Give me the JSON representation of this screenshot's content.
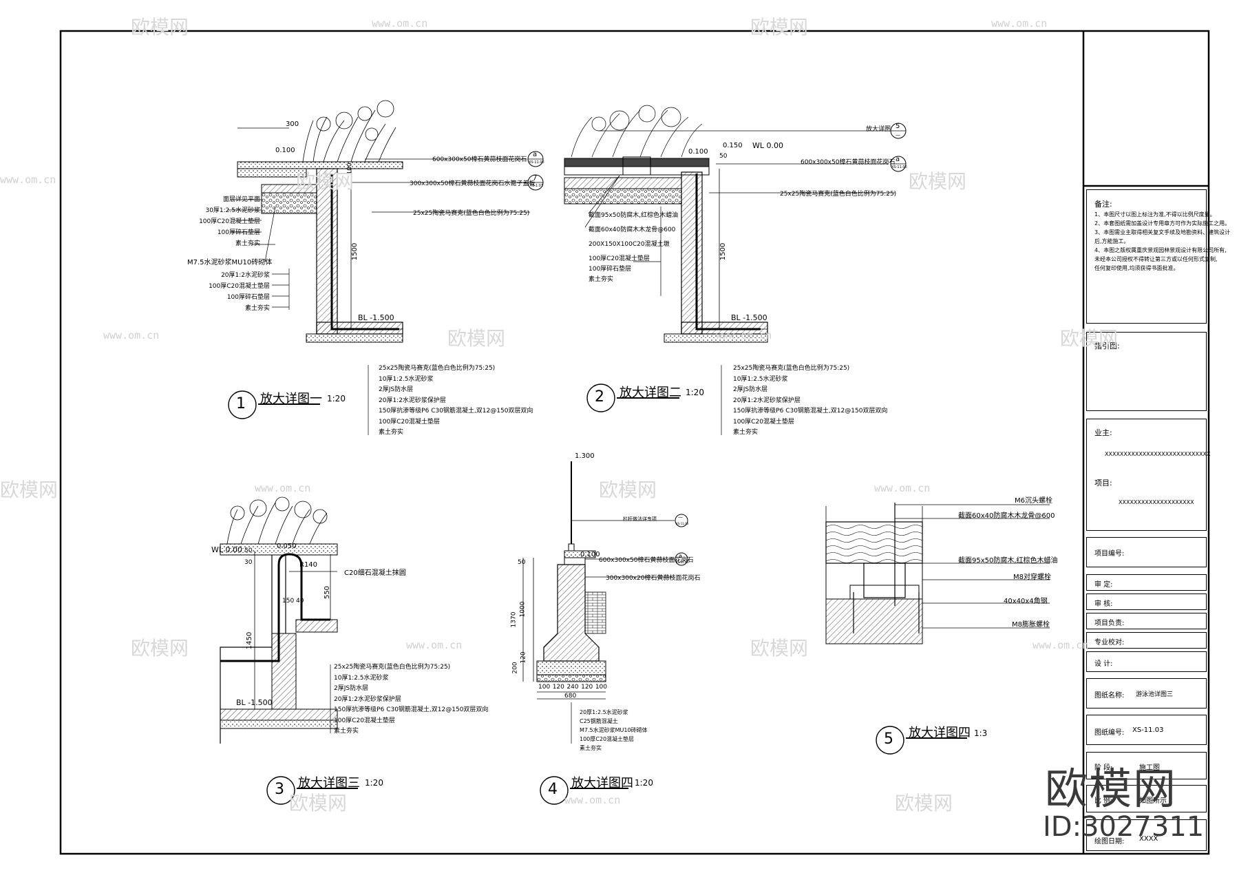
{
  "watermark": {
    "brand": "欧模网",
    "url": "www.om.cn",
    "big_brand": "欧模网",
    "id_text": "ID:3027311"
  },
  "details": {
    "d1": {
      "number": "①",
      "title": "放大详图一",
      "scale": "1:20",
      "dims": {
        "top": "300",
        "level": "0.100",
        "depth": "1500",
        "bl": "BL -1.500",
        "d100": "100"
      },
      "callouts_right": [
        "600x300x50樟石黄蒜枝面花岗石",
        "300x300x50樟石黄蒜枝面花岗石水篦子盖板",
        "25x25陶瓷马赛克(蓝色白色比例为75:25)"
      ],
      "tags": [
        {
          "top": "a",
          "bot": "XS-11.06"
        },
        {
          "top": "7",
          "bot": "TS-1.01"
        }
      ],
      "left_layers": [
        "面层详见平面",
        "30厚1:2.5水泥砂浆",
        "100厚C20混凝土垫层",
        "100厚碎石垫层",
        "素土夯实",
        "M7.5水泥砂浆MU10砖砌体",
        "20厚1:2水泥砂浆",
        "100厚C20混凝土垫层",
        "100厚碎石垫层",
        "素土夯实"
      ],
      "bottom_layers": [
        "25x25陶瓷马赛克(蓝色白色比例为75:25)",
        "10厚1:2.5水泥砂浆",
        "2厚JS防水层",
        "20厚1:2水泥砂浆保护层",
        "150厚抗渗等级P6 C30钢筋混凝土,双12@150双层双向",
        "100厚C20混凝土垫层",
        "素土夯实"
      ]
    },
    "d2": {
      "number": "②",
      "title": "放大详图二",
      "scale": "1:20",
      "dims": {
        "level1": "0.100",
        "level2": "0.150",
        "wl": "WL 0.00",
        "d50": "50",
        "depth": "1500",
        "bl": "BL -1.500"
      },
      "callouts_right": [
        "放大详图",
        "600x300x50樟石黄蒜枝面花岗石",
        "25x25陶瓷马赛克(蓝色白色比例为75:25)"
      ],
      "tags": [
        {
          "top": "5",
          "bot": "—"
        },
        {
          "top": "a",
          "bot": "XS-11.06"
        }
      ],
      "left_layers": [
        "截面95x50防腐木,红棕色木蜡油",
        "截面60x40防腐木木龙骨@600",
        "200X150X100C20混凝土墩",
        "100厚C20混凝土垫层",
        "100厚碎石垫层",
        "素土夯实"
      ],
      "bottom_layers": [
        "25x25陶瓷马赛克(蓝色白色比例为75:25)",
        "10厚1:2.5水泥砂浆",
        "2厚JS防水层",
        "20厚1:2水泥砂浆保护层",
        "150厚抗渗等级P6 C30钢筋混凝土,双12@150双层双向",
        "100厚C20混凝土垫层",
        "素土夯实"
      ]
    },
    "d3": {
      "number": "③",
      "title": "放大详图三",
      "scale": "1:20",
      "dims": {
        "wl": "WL 0.00",
        "d50": "50",
        "level": "0.050",
        "r": "R140",
        "d550": "550",
        "d1450": "1450",
        "d150": "150",
        "d40": "40",
        "bl": "BL -1.500",
        "d30": "30"
      },
      "callouts_right": [
        "C20细石混凝土抹圆"
      ],
      "bottom_layers": [
        "25x25陶瓷马赛克(蓝色白色比例为75:25)",
        "10厚1:2.5水泥砂浆",
        "2厚JS防水层",
        "20厚1:2水泥砂浆保护层",
        "150厚抗渗等级P6 C30钢筋混凝土,双12@150双层双向",
        "100厚C20混凝土垫层",
        "素土夯实"
      ]
    },
    "d4": {
      "number": "④",
      "title": "放大详图四",
      "scale": "1:20",
      "dims": {
        "top": "1.300",
        "level": "0.100",
        "d1370": "1370",
        "d1000": "1000",
        "d50": "50",
        "d120": "120",
        "d200": "200",
        "bottom": [
          "100",
          "120",
          "240",
          "120",
          "100"
        ],
        "total": "680"
      },
      "callouts_right": [
        "栏杆做法详专项",
        "600x300x50樟石黄蒜枝面花岗石",
        "300x300x20樟石黄蒜枝面花岗石"
      ],
      "tags": [
        {
          "top": "—",
          "bot": "XS-11.03"
        },
        {
          "top": "a",
          "bot": "XS-11.06"
        }
      ],
      "bottom_layers": [
        "20厚1:2.5水泥砂浆",
        "C25钢筋混凝土",
        "M7.5水泥砂浆MU10砖砌体",
        "100厚C20混凝土垫层",
        "素土夯实"
      ]
    },
    "d5": {
      "number": "⑤",
      "title": "放大详图四",
      "scale": "1:3",
      "callouts": [
        "M6沉头螺栓",
        "截面60x40防腐木木龙骨@600",
        "截面95x50防腐木,红棕色木蜡油",
        "M8对穿螺栓",
        "40x40x4角钢",
        "M8膨胀螺栓"
      ]
    }
  },
  "title_block": {
    "notes_title": "备注:",
    "notes": [
      "1、本图尺寸以图上标注为准,不得以比例尺度量。",
      "2、本套图纸需加盖设计专用章方可作为实际施工之用。",
      "3、本图需业主取得相关复文手续及地勘资料、建筑设计",
      "   后,方能施工。",
      "4、本图之版权属重庆景观园林景观设计有限公司所有,",
      "   未经本公司授权不得转让第三方或以任何形式复制,",
      "   任何复印使用,均须获得书面批准。"
    ],
    "index_title": "指引图:",
    "owner_label": "业主:",
    "owner_value": "XXXXXXXXXXXXXXXXXXXXXXXXXXXX",
    "project_label": "项目:",
    "project_value": "XXXXXXXXXXXXXXXXXXXX",
    "project_no_label": "项目编号:",
    "review_label": "审    定:",
    "check_label": "审    核:",
    "lead_label": "项目负责:",
    "prof_label": "专业校对:",
    "design_label": "设    计:",
    "drawing_name_label": "图纸名称:",
    "drawing_name_value": "游泳池详图三",
    "drawing_no_label": "图纸编号:",
    "drawing_no_value": "XS-11.03",
    "stage_label": "阶    段:",
    "stage_value": "施工图",
    "scale_label": "比    例:",
    "scale_value": "如图所示",
    "date_label": "绘图日期:",
    "date_value": "XXXX"
  }
}
